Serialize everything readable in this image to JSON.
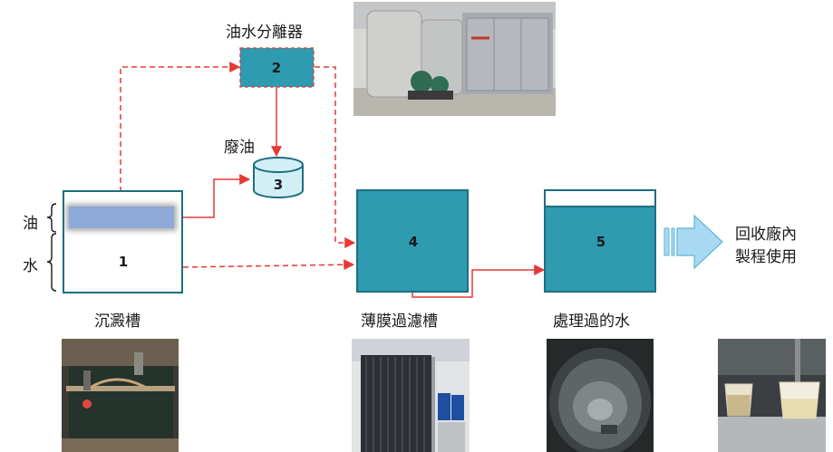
{
  "labels": {
    "separator": "油水分離器",
    "waste_oil": "廢油",
    "oil": "油",
    "water": "水",
    "sedimentation_tank": "沉澱槽",
    "membrane_tank": "薄膜過濾槽",
    "treated_water": "處理過的水",
    "reuse_line1": "回收廠內",
    "reuse_line2": "製程使用"
  },
  "nodes": {
    "tank1": "1",
    "separator": "2",
    "waste_oil_drum": "3",
    "membrane_tank": "4",
    "treated_tank": "5"
  },
  "colors": {
    "teal": "#2e9bb1",
    "teal_dark": "#1e6f80",
    "flow_red": "#e53935",
    "oil_layer": "#8ea8d8",
    "arrow_fill": "#a8d9f2",
    "drum_fill": "#d3eff6"
  }
}
